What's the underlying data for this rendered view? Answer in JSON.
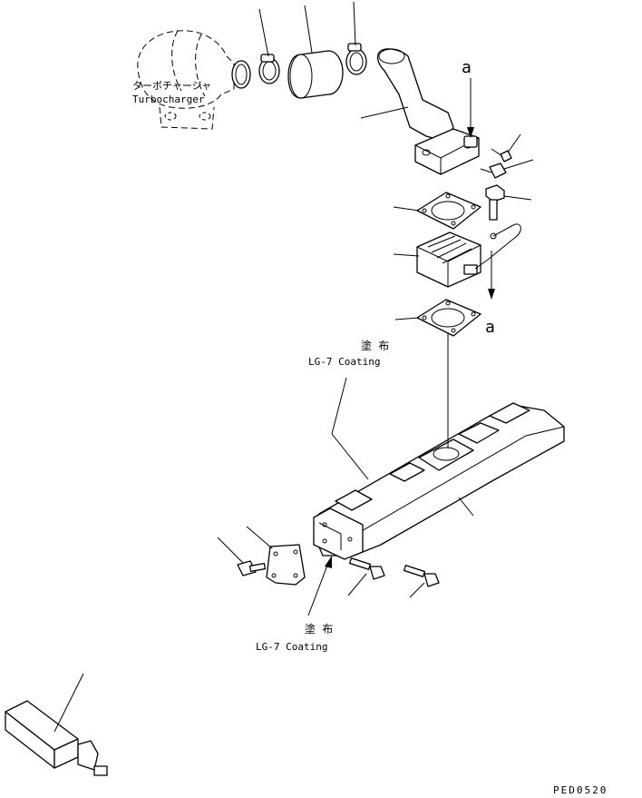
{
  "labels": {
    "turbo_jp": "ターボチャージャ",
    "turbo_en": "Turbocharger",
    "coating_jp_upper": "塗 布",
    "coating_en_upper": "LG-7 Coating",
    "coating_jp_lower": "塗 布",
    "coating_en_lower": "LG-7 Coating",
    "ref_a_top": "a",
    "ref_a_bottom": "a",
    "drawing_code": "PED0520"
  }
}
